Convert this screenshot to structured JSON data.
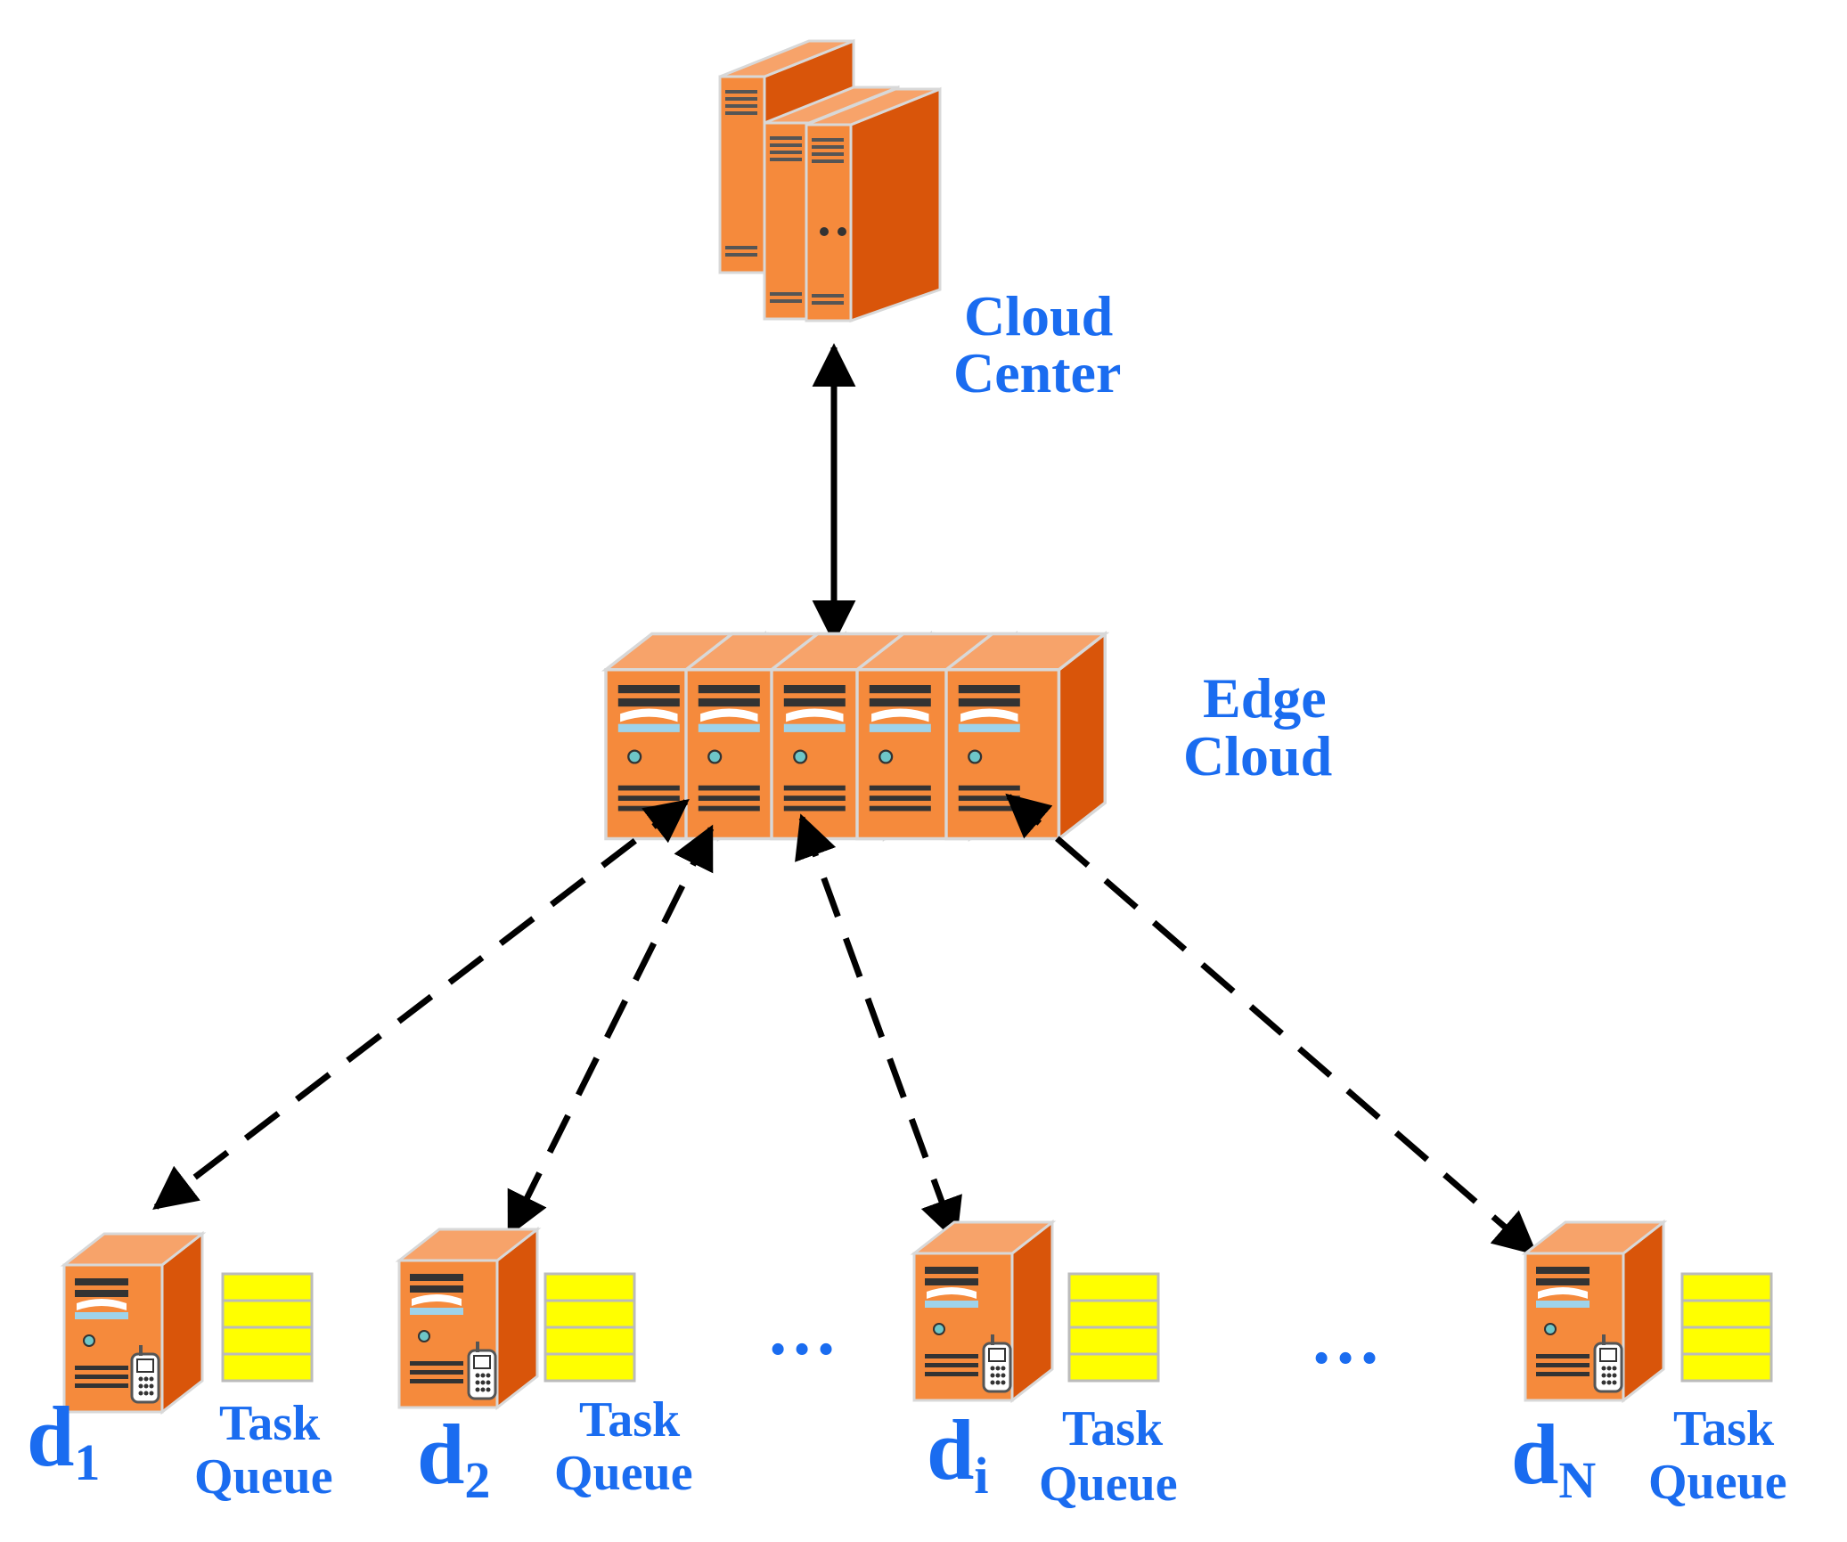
{
  "cloud_center": {
    "line1": "Cloud",
    "line2": "Center"
  },
  "edge_cloud": {
    "line1": "Edge",
    "line2": "Cloud"
  },
  "devices": [
    {
      "base": "d",
      "sub": "1",
      "queue_line1": "Task",
      "queue_line2": "Queue"
    },
    {
      "base": "d",
      "sub": "2",
      "queue_line1": "Task",
      "queue_line2": "Queue"
    },
    {
      "base": "d",
      "sub": "i",
      "queue_line1": "Task",
      "queue_line2": "Queue"
    },
    {
      "base": "d",
      "sub": "N",
      "queue_line1": "Task",
      "queue_line2": "Queue"
    }
  ],
  "ellipsis": [
    "…",
    "…"
  ],
  "colors": {
    "label": "#1a6cf0",
    "server_front": "#f58a3c",
    "server_side": "#d9550a",
    "server_top": "#f7a36a",
    "queue": "#ffff00",
    "arrow": "#000000"
  }
}
